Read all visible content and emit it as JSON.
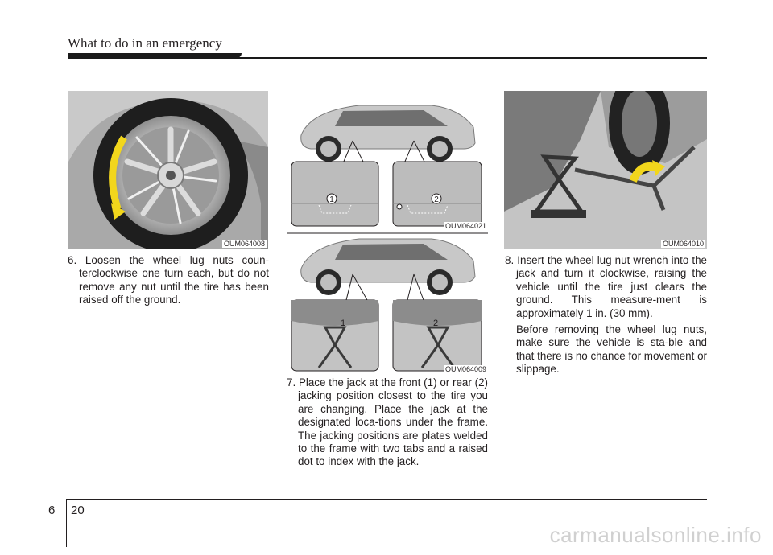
{
  "header": {
    "title": "What to do in an emergency"
  },
  "figures": {
    "fig1_code": "OUM064008",
    "fig2_code": "OUM064021",
    "fig3_code": "OUM064009",
    "fig4_code": "OUM064010",
    "callout_1": "1",
    "callout_2": "2"
  },
  "steps": {
    "step6": "6. Loosen the wheel lug nuts coun-terclockwise one turn each, but do not remove any nut until the tire has been raised off the ground.",
    "step7": "7. Place the jack at the front (1) or rear (2) jacking position closest to the tire you are changing. Place the jack at the designated loca-tions under the frame. The jacking positions are plates welded to the frame with two tabs and a raised dot to index with the jack.",
    "step8": "8. Insert the wheel lug nut wrench into the jack  and turn it clockwise, raising the vehicle until the tire just clears the ground. This measure-ment is approximately 1 in. (30 mm).",
    "step8_note": "Before removing the wheel lug nuts, make sure the vehicle is sta-ble and that there is no chance for movement or slippage."
  },
  "footer": {
    "section": "6",
    "page": "20",
    "watermark": "carmanualsonline.info"
  },
  "colors": {
    "arrow_yellow": "#f2d61c",
    "grey_bg": "#b9b9b9"
  }
}
